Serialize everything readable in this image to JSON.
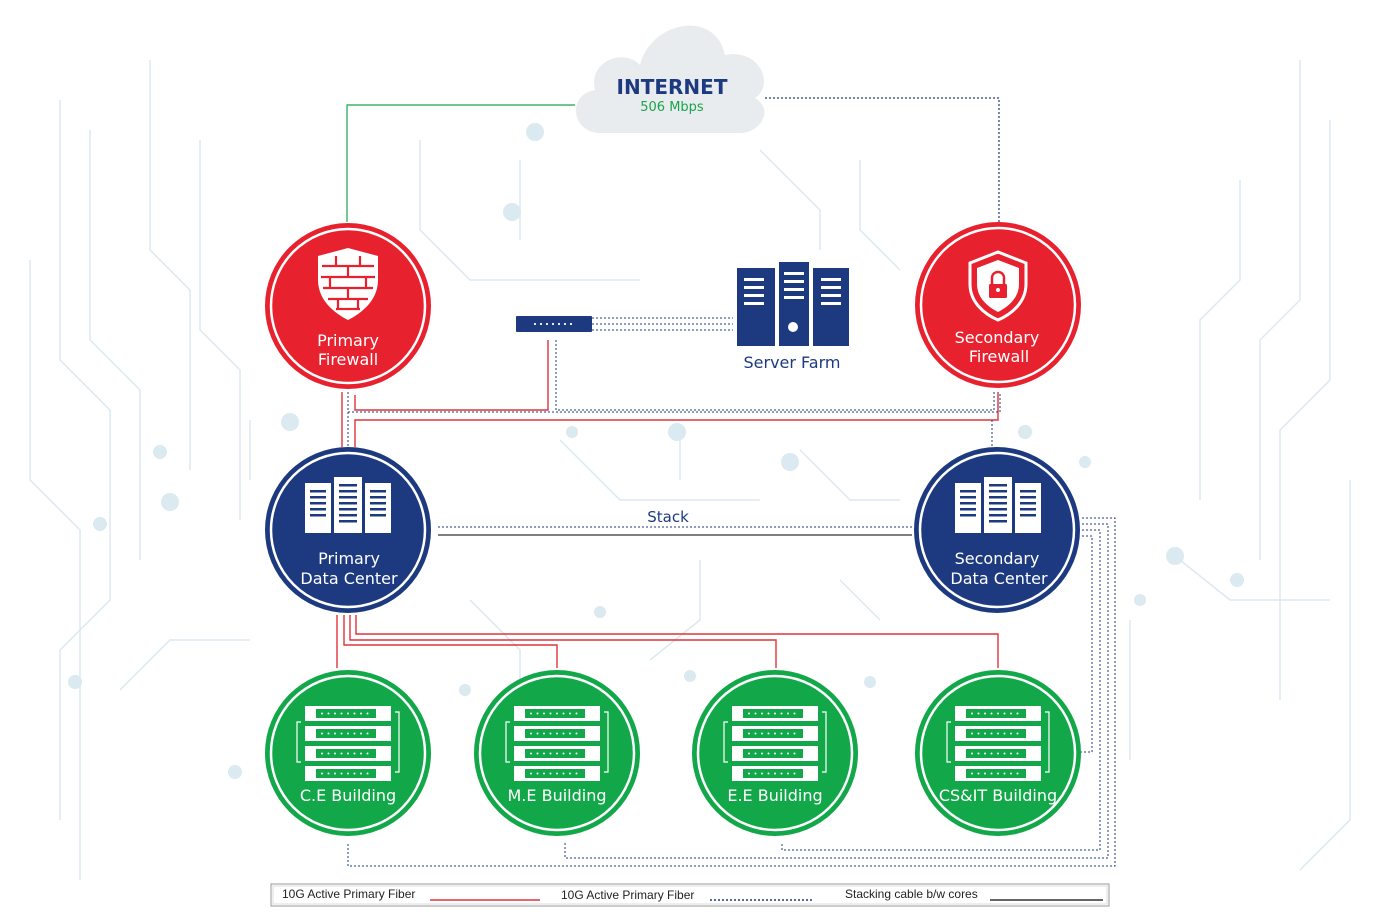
{
  "internet": {
    "title": "INTERNET",
    "speed": "506 Mbps"
  },
  "firewalls": {
    "primary": {
      "line1": "Primary",
      "line2": "Firewall"
    },
    "secondary": {
      "line1": "Secondary",
      "line2": "Firewall"
    }
  },
  "server_farm": {
    "label": "Server Farm"
  },
  "data_centers": {
    "primary": {
      "line1": "Primary",
      "line2": "Data Center"
    },
    "secondary": {
      "line1": "Secondary",
      "line2": "Data Center"
    }
  },
  "stack_label": "Stack",
  "buildings": [
    {
      "label": "C.E Building"
    },
    {
      "label": "M.E Building"
    },
    {
      "label": "E.E Building"
    },
    {
      "label": "CS&IT Building"
    }
  ],
  "legend": {
    "solid_red": "10G Active Primary Fiber",
    "dotted_blue": "10G Active Primary Fiber",
    "stacking": "Stacking cable b/w cores"
  },
  "colors": {
    "firewall_red": "#e8212e",
    "datacenter_blue": "#1d3a80",
    "building_green": "#12a84a",
    "internet_text": "#1d3a80",
    "speed_text": "#19a54a",
    "wire_red": "#e0333b",
    "wire_blue": "#1d3a80",
    "wire_green": "#19a54a"
  }
}
